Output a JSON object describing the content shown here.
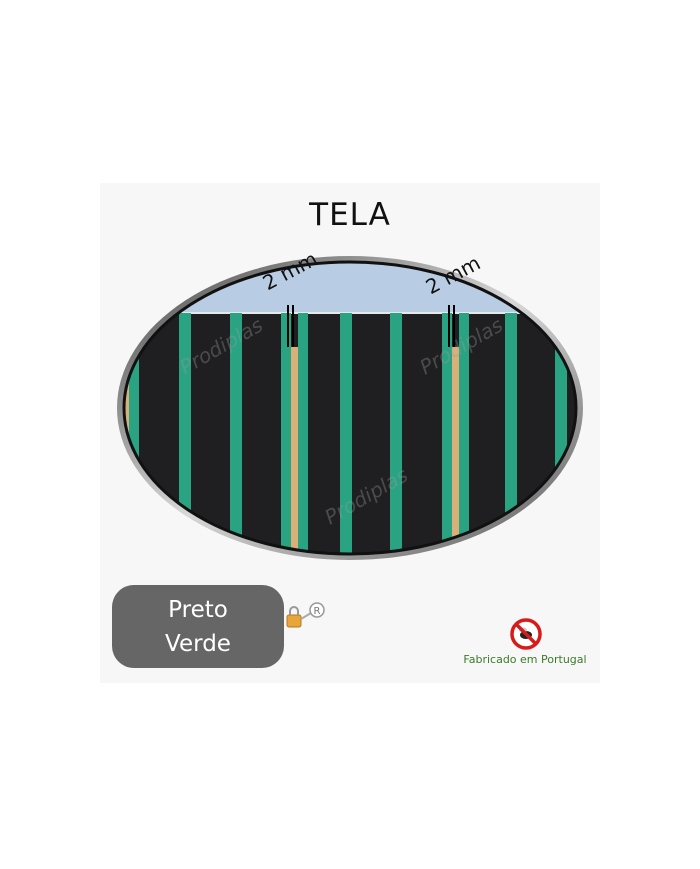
{
  "product_image": {
    "title": "TELA",
    "dimension_labels": [
      "2 mm",
      "2 mm"
    ],
    "watermark": "Prodiplas",
    "colors": {
      "band_black": "#1f1f22",
      "stripe_green": "#2aa383",
      "gap_tan": "#d9b07a",
      "sky": "#b8cde3",
      "frame": "#9a9a9a",
      "panel_bg": "#f7f7f7"
    }
  },
  "color_box": {
    "line1": "Preto",
    "line2": "Verde",
    "bg": "#666666"
  },
  "badges": {
    "registered_icon": "registered-lock-icon",
    "no_insect_icon": "no-fly-icon",
    "made_in": "Fabricado em Portugal",
    "made_in_color": "#3b7a2a"
  }
}
